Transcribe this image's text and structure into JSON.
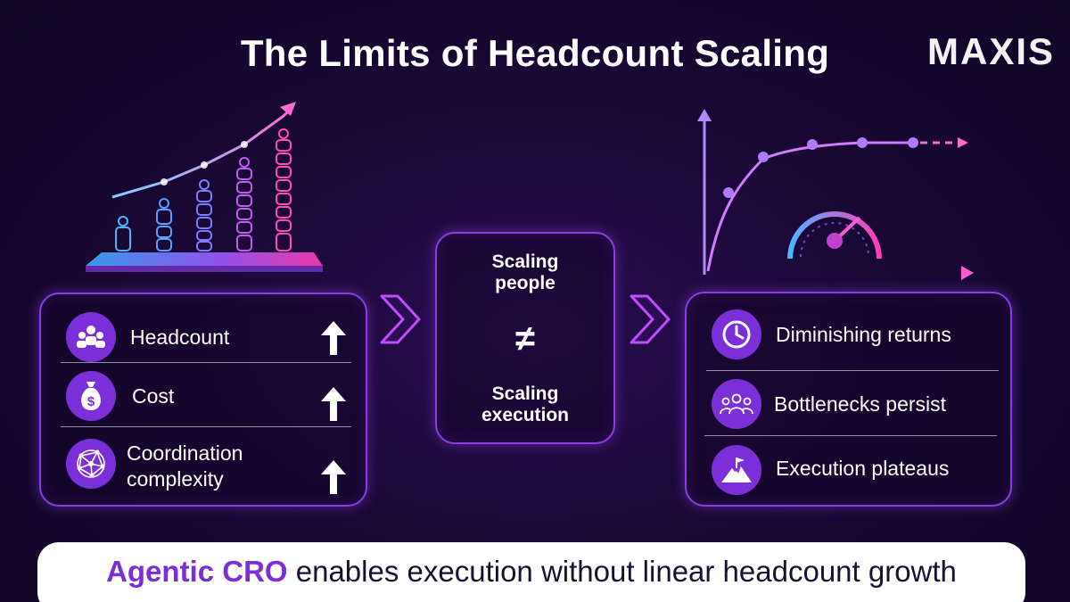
{
  "title": "The Limits of Headcount Scaling",
  "logo": "MAXIS",
  "left_panel": {
    "items": [
      {
        "label": "Headcount",
        "icon": "people-icon",
        "trend": "up"
      },
      {
        "label": "Cost",
        "icon": "money-bag-icon",
        "trend": "up"
      },
      {
        "label_line1": "Coordination",
        "label_line2": "complexity",
        "icon": "network-icon",
        "trend": "up"
      }
    ]
  },
  "center_panel": {
    "line1a": "Scaling",
    "line1b": "people",
    "symbol": "≠",
    "line2a": "Scaling",
    "line2b": "execution"
  },
  "right_panel": {
    "items": [
      {
        "label": "Diminishing returns",
        "icon": "clock-icon"
      },
      {
        "label": "Bottlenecks persist",
        "icon": "team-icon"
      },
      {
        "label": "Execution plateaus",
        "icon": "mountain-flag-icon"
      }
    ]
  },
  "banner": {
    "accent": "Agentic CRO",
    "rest": "enables execution without linear headcount growth"
  },
  "colors": {
    "accent_purple": "#7a2fd8",
    "panel_border": "#8a3ee0",
    "neon_pink": "#ff3db8",
    "neon_blue": "#3fa9ff"
  }
}
